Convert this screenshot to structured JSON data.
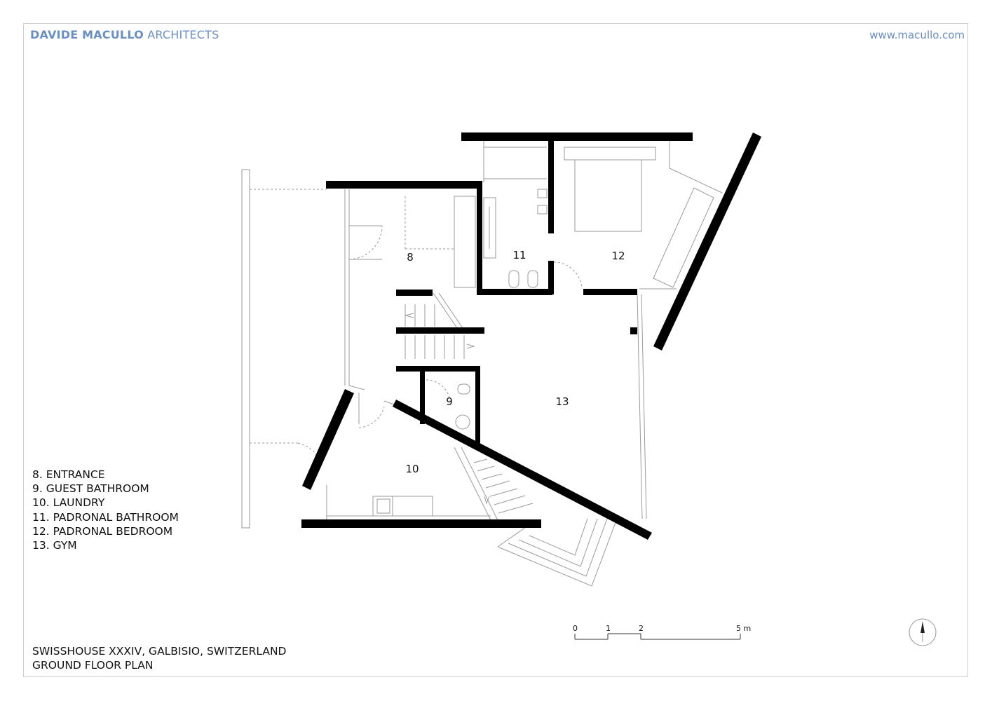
{
  "header": {
    "brand_bold": "DAVIDE MACULLO",
    "brand_light": "ARCHITECTS",
    "url": "www.macullo.com"
  },
  "rooms": [
    {
      "number": "8"
    },
    {
      "number": "9"
    },
    {
      "number": "10"
    },
    {
      "number": "11"
    },
    {
      "number": "12"
    },
    {
      "number": "13"
    }
  ],
  "legend": [
    "8. ENTRANCE",
    "9. GUEST BATHROOM",
    "10. LAUNDRY",
    "11. PADRONAL BATHROOM",
    "12. PADRONAL BEDROOM",
    "13. GYM"
  ],
  "caption": {
    "line1": "SWISSHOUSE XXXIV, GALBISIO, SWITZERLAND",
    "line2": "GROUND FLOOR PLAN"
  },
  "scale_bar": {
    "tick_0": "0",
    "tick_1": "1",
    "tick_2": "2",
    "tick_5": "5 m"
  },
  "colors": {
    "brand": "#6a8fc4",
    "walls": "#000000",
    "thin_lines": "#9a9a9a"
  },
  "icons": {
    "north_arrow": "north-arrow-icon"
  }
}
